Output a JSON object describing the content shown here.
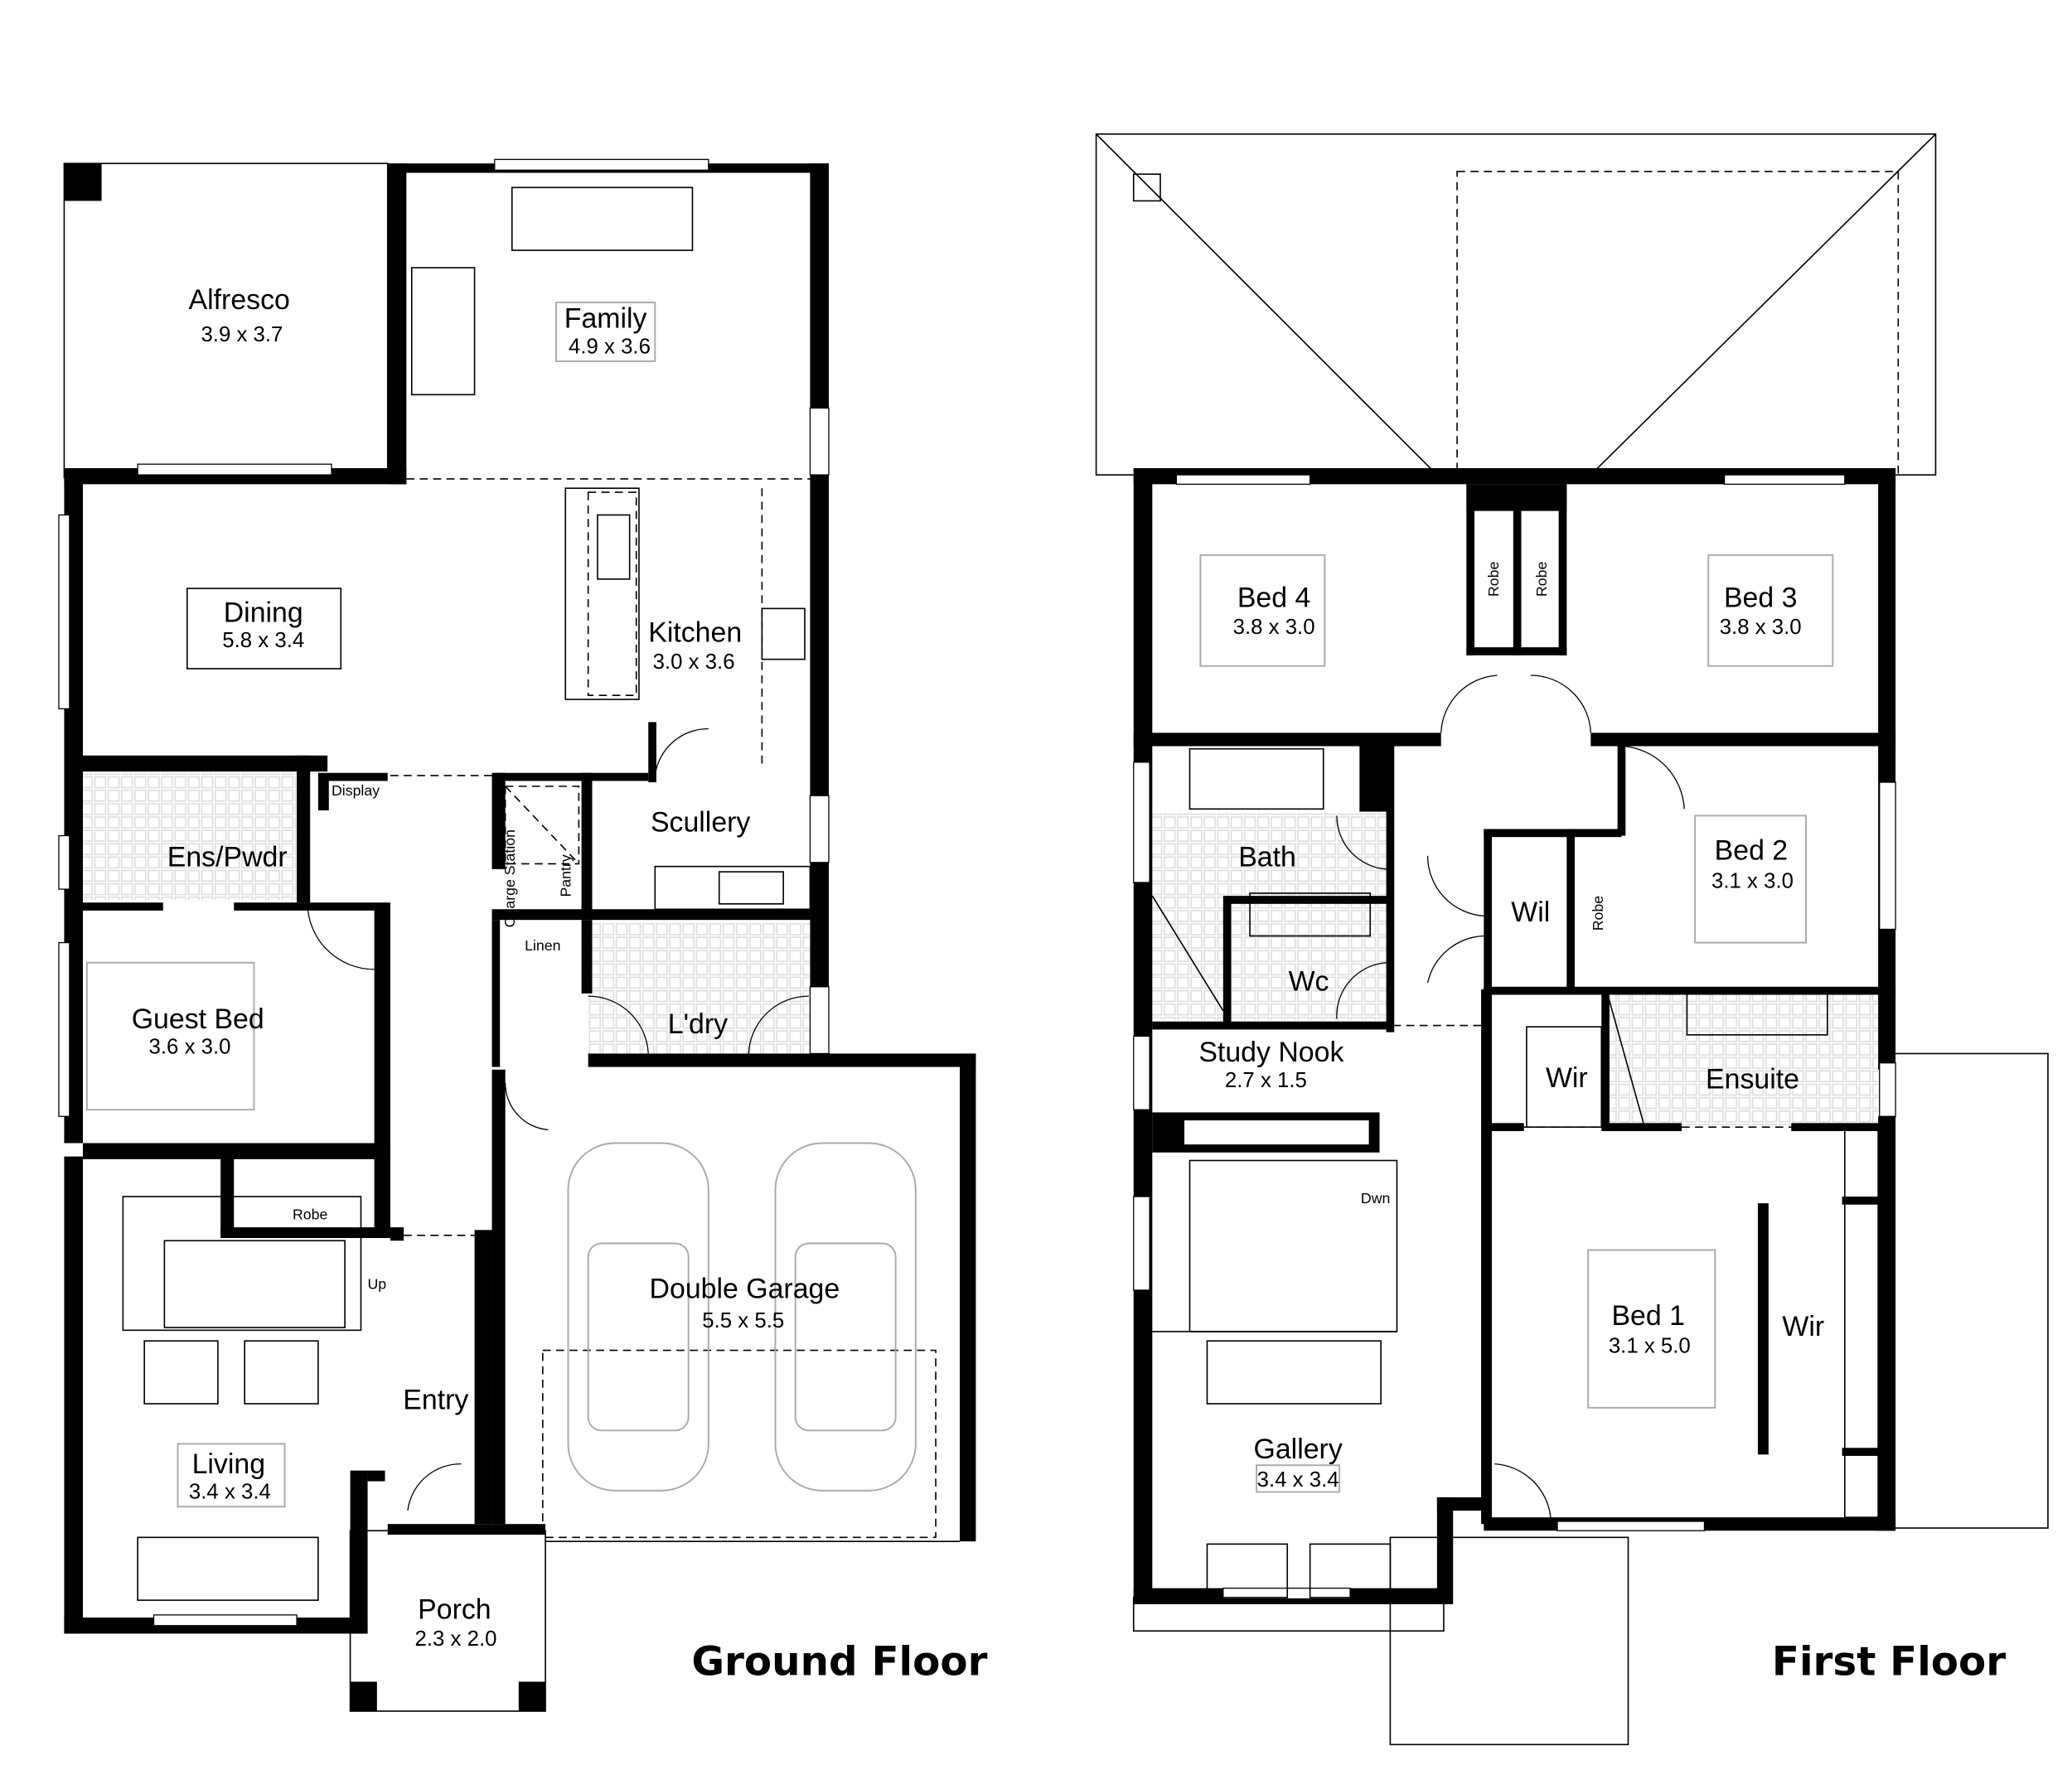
{
  "ground_floor": {
    "title": "Ground Floor",
    "rooms": {
      "alfresco": {
        "name": "Alfresco",
        "size": "3.9 x 3.7"
      },
      "family": {
        "name": "Family",
        "size": "4.9 x 3.6"
      },
      "dining": {
        "name": "Dining",
        "size": "5.8 x 3.4"
      },
      "kitchen": {
        "name": "Kitchen",
        "size": "3.0 x 3.6"
      },
      "ens_pwdr": {
        "name": "Ens/Pwdr"
      },
      "display": {
        "name": "Display"
      },
      "scullery": {
        "name": "Scullery"
      },
      "charge_station": {
        "name": "Charge Station"
      },
      "pantry": {
        "name": "Pantry"
      },
      "linen": {
        "name": "Linen"
      },
      "laundry": {
        "name": "L'dry"
      },
      "guest_bed": {
        "name": "Guest Bed",
        "size": "3.6 x 3.0"
      },
      "robe": {
        "name": "Robe"
      },
      "stairs": {
        "name": "Up"
      },
      "entry": {
        "name": "Entry"
      },
      "double_garage": {
        "name": "Double Garage",
        "size": "5.5 x 5.5"
      },
      "living": {
        "name": "Living",
        "size": "3.4 x 3.4"
      },
      "porch": {
        "name": "Porch",
        "size": "2.3 x 2.0"
      }
    }
  },
  "first_floor": {
    "title": "First Floor",
    "rooms": {
      "bed4": {
        "name": "Bed 4",
        "size": "3.8 x 3.0"
      },
      "bed3": {
        "name": "Bed 3",
        "size": "3.8 x 3.0"
      },
      "robe_a": {
        "name": "Robe"
      },
      "robe_b": {
        "name": "Robe"
      },
      "bath": {
        "name": "Bath"
      },
      "wc": {
        "name": "Wc"
      },
      "wil": {
        "name": "Wil"
      },
      "robe_bed2": {
        "name": "Robe"
      },
      "bed2": {
        "name": "Bed 2",
        "size": "3.1 x 3.0"
      },
      "study_nook": {
        "name": "Study Nook",
        "size": "2.7 x 1.5"
      },
      "wir_ensuite": {
        "name": "Wir"
      },
      "ensuite": {
        "name": "Ensuite"
      },
      "stairs": {
        "name": "Dwn"
      },
      "bed1": {
        "name": "Bed 1",
        "size": "3.1 x 5.0"
      },
      "wir_bed1": {
        "name": "Wir"
      },
      "gallery": {
        "name": "Gallery",
        "size": "3.4 x 3.4"
      }
    }
  }
}
